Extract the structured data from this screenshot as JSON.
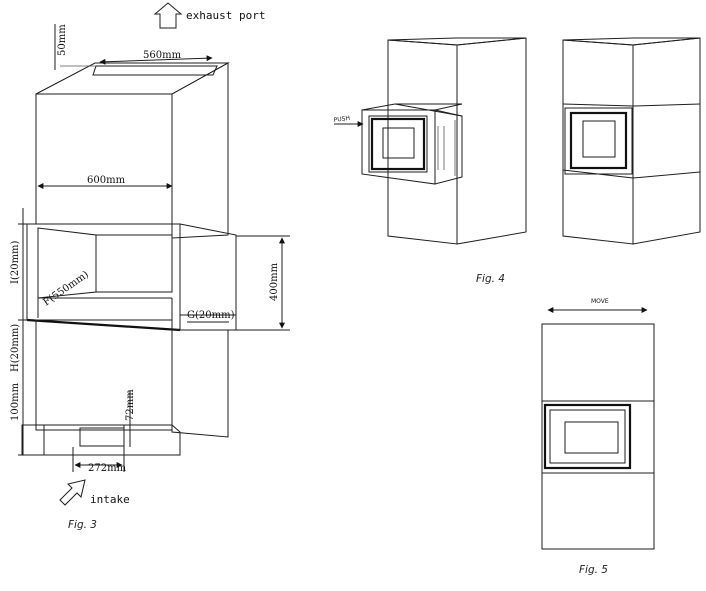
{
  "fig3": {
    "caption": "Fig. 3",
    "exhaust_label": "exhaust port",
    "intake_label": "intake",
    "dim_top_depth": "50mm",
    "dim_top_width": "560mm",
    "dim_width": "600mm",
    "dim_i": "I(20mm)",
    "dim_f": "F(550mm)",
    "dim_height": "400mm",
    "dim_g": "G(20mm)",
    "dim_h": "H(20mm)",
    "dim_bottom": "100mm",
    "dim_vent_height": "72mm",
    "dim_vent_width": "272mm"
  },
  "fig4": {
    "caption": "Fig.   4",
    "push_label": "PUSH"
  },
  "fig5": {
    "caption": "Fig.   5",
    "move_label": "MOVE"
  }
}
